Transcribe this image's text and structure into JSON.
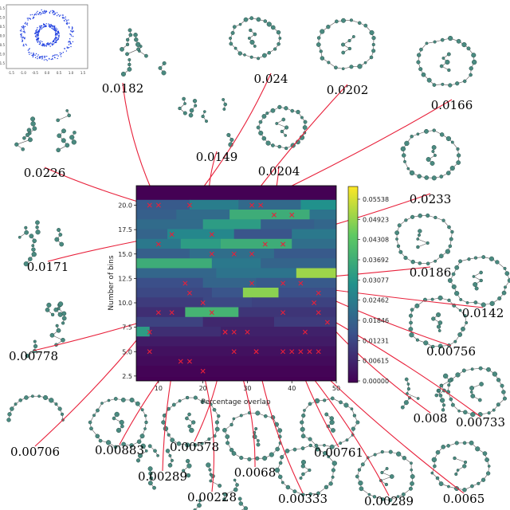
{
  "heatmap": {
    "xlabel": "Percentage overlap",
    "ylabel": "Number of bins",
    "x_ticks": [
      "10",
      "20",
      "30",
      "40",
      "50"
    ],
    "y_ticks": [
      "2.5",
      "5.0",
      "7.5",
      "10.0",
      "12.5",
      "15.0",
      "17.5",
      "20.0"
    ],
    "xlim": [
      5,
      50
    ],
    "ylim": [
      2,
      22
    ],
    "colorbar_ticks": [
      "0.05538",
      "0.04923",
      "0.04308",
      "0.03692",
      "0.03077",
      "0.02462",
      "0.01846",
      "0.01231",
      "0.00615",
      "0.00000"
    ],
    "cmap": [
      "#440154",
      "#3b528b",
      "#21918c",
      "#5ec962",
      "#fde725"
    ],
    "marker_color": "#e8203a",
    "line_color": "#e8203a",
    "bands": [
      {
        "y": 20,
        "segments": [
          [
            5,
            17,
            0.28
          ],
          [
            17,
            28,
            0.42
          ],
          [
            28,
            42,
            0.34
          ],
          [
            42,
            50,
            0.5
          ]
        ]
      },
      {
        "y": 19,
        "segments": [
          [
            5,
            14,
            0.3
          ],
          [
            14,
            26,
            0.35
          ],
          [
            26,
            44,
            0.62
          ],
          [
            44,
            50,
            0.38
          ]
        ]
      },
      {
        "y": 18,
        "segments": [
          [
            5,
            20,
            0.35
          ],
          [
            20,
            33,
            0.55
          ],
          [
            33,
            45,
            0.3
          ],
          [
            45,
            50,
            0.33
          ]
        ]
      },
      {
        "y": 17,
        "segments": [
          [
            5,
            12,
            0.32
          ],
          [
            12,
            27,
            0.46
          ],
          [
            27,
            40,
            0.26
          ],
          [
            40,
            50,
            0.4
          ]
        ]
      },
      {
        "y": 16,
        "segments": [
          [
            5,
            15,
            0.4
          ],
          [
            15,
            24,
            0.55
          ],
          [
            24,
            40,
            0.62
          ],
          [
            40,
            50,
            0.36
          ]
        ]
      },
      {
        "y": 15,
        "segments": [
          [
            5,
            17,
            0.3
          ],
          [
            17,
            36,
            0.36
          ],
          [
            36,
            50,
            0.28
          ]
        ]
      },
      {
        "y": 14,
        "segments": [
          [
            5,
            22,
            0.62
          ],
          [
            22,
            33,
            0.4
          ],
          [
            33,
            50,
            0.32
          ]
        ]
      },
      {
        "y": 13,
        "segments": [
          [
            5,
            23,
            0.33
          ],
          [
            23,
            41,
            0.38
          ],
          [
            41,
            50,
            0.85
          ]
        ]
      },
      {
        "y": 12,
        "segments": [
          [
            5,
            20,
            0.24
          ],
          [
            20,
            32,
            0.32
          ],
          [
            32,
            50,
            0.28
          ]
        ]
      },
      {
        "y": 11,
        "segments": [
          [
            5,
            22,
            0.22
          ],
          [
            22,
            29,
            0.26
          ],
          [
            29,
            37,
            0.82
          ],
          [
            37,
            50,
            0.24
          ]
        ]
      },
      {
        "y": 10,
        "segments": [
          [
            5,
            20,
            0.18
          ],
          [
            20,
            31,
            0.22
          ],
          [
            31,
            50,
            0.2
          ]
        ]
      },
      {
        "y": 9,
        "segments": [
          [
            5,
            16,
            0.14
          ],
          [
            16,
            28,
            0.65
          ],
          [
            28,
            50,
            0.16
          ]
        ]
      },
      {
        "y": 8,
        "segments": [
          [
            5,
            20,
            0.2
          ],
          [
            20,
            36,
            0.12
          ],
          [
            36,
            50,
            0.18
          ]
        ]
      },
      {
        "y": 7,
        "segments": [
          [
            5,
            8,
            0.55
          ],
          [
            8,
            24,
            0.14
          ],
          [
            24,
            50,
            0.1
          ]
        ]
      },
      {
        "y": 6,
        "segments": [
          [
            5,
            50,
            0.08
          ]
        ]
      },
      {
        "y": 5,
        "segments": [
          [
            5,
            50,
            0.05
          ]
        ]
      },
      {
        "y": 4,
        "segments": [
          [
            5,
            50,
            0.03
          ]
        ]
      },
      {
        "y": 3,
        "segments": [
          [
            5,
            50,
            0.01
          ]
        ]
      }
    ]
  },
  "annotations": [
    {
      "value": "0.0182",
      "pct": 10,
      "bins": 20,
      "lx": 154,
      "ly": 116,
      "gx": 175,
      "gy": 55,
      "type": "scatter"
    },
    {
      "value": "0.024",
      "pct": 17,
      "bins": 20,
      "lx": 340,
      "ly": 104,
      "gx": 320,
      "gy": 48,
      "type": "rings"
    },
    {
      "value": "0.0202",
      "pct": 22,
      "bins": 15,
      "lx": 436,
      "ly": 118,
      "gx": 436,
      "gy": 56,
      "type": "loop"
    },
    {
      "value": "0.0166",
      "pct": 31,
      "bins": 20,
      "lx": 567,
      "ly": 137,
      "gx": 560,
      "gy": 78,
      "type": "loop"
    },
    {
      "value": "0.0149",
      "pct": 22,
      "bins": 17,
      "lx": 272,
      "ly": 202,
      "gx": 255,
      "gy": 150,
      "type": "scatter"
    },
    {
      "value": "0.0204",
      "pct": 31,
      "bins": 15,
      "lx": 350,
      "ly": 220,
      "gx": 355,
      "gy": 160,
      "type": "rings"
    },
    {
      "value": "0.0226",
      "pct": 8,
      "bins": 20,
      "lx": 56,
      "ly": 222,
      "gx": 60,
      "gy": 160,
      "type": "scatter"
    },
    {
      "value": "0.0233",
      "pct": 34,
      "bins": 16,
      "lx": 540,
      "ly": 255,
      "gx": 540,
      "gy": 195,
      "type": "loop"
    },
    {
      "value": "0.0171",
      "pct": 13,
      "bins": 17,
      "lx": 60,
      "ly": 340,
      "gx": 55,
      "gy": 290,
      "type": "scatter"
    },
    {
      "value": "0.0186",
      "pct": 31,
      "bins": 12,
      "lx": 540,
      "ly": 347,
      "gx": 532,
      "gy": 300,
      "type": "loop"
    },
    {
      "value": "0.0142",
      "pct": 38,
      "bins": 12,
      "lx": 606,
      "ly": 398,
      "gx": 602,
      "gy": 352,
      "type": "loop"
    },
    {
      "value": "0.00778",
      "pct": 13,
      "bins": 9,
      "lx": 42,
      "ly": 452,
      "gx": 48,
      "gy": 405,
      "type": "scatter"
    },
    {
      "value": "0.00756",
      "pct": 46,
      "bins": 11,
      "lx": 566,
      "ly": 446,
      "gx": 548,
      "gy": 405,
      "type": "loop"
    },
    {
      "value": "0.00733",
      "pct": 46,
      "bins": 9,
      "lx": 603,
      "ly": 535,
      "gx": 598,
      "gy": 492,
      "type": "loop"
    },
    {
      "value": "0.008",
      "pct": 48,
      "bins": 8,
      "lx": 540,
      "ly": 530,
      "gx": 530,
      "gy": 488,
      "type": "scatter"
    },
    {
      "value": "0.00706",
      "pct": 10,
      "bins": 9,
      "lx": 44,
      "ly": 572,
      "gx": 45,
      "gy": 515,
      "type": "arc"
    },
    {
      "value": "0.00883",
      "pct": 22,
      "bins": 9,
      "lx": 150,
      "ly": 570,
      "gx": 150,
      "gy": 530,
      "type": "loop"
    },
    {
      "value": "0.00578",
      "pct": 25,
      "bins": 7,
      "lx": 244,
      "ly": 566,
      "gx": 240,
      "gy": 530,
      "type": "loop"
    },
    {
      "value": "0.00289",
      "pct": 17,
      "bins": 11,
      "lx": 204,
      "ly": 603,
      "gx": 208,
      "gy": 578,
      "type": "scatter"
    },
    {
      "value": "0.0068",
      "pct": 27,
      "bins": 5,
      "lx": 320,
      "ly": 598,
      "gx": 318,
      "gy": 548,
      "type": "loop"
    },
    {
      "value": "0.00761",
      "pct": 38,
      "bins": 9,
      "lx": 425,
      "ly": 573,
      "gx": 412,
      "gy": 530,
      "type": "loop"
    },
    {
      "value": "0.00228",
      "pct": 20,
      "bins": 3,
      "lx": 266,
      "ly": 629,
      "gx": 276,
      "gy": 606,
      "type": "scatter"
    },
    {
      "value": "0.00333",
      "pct": 32,
      "bins": 5,
      "lx": 380,
      "ly": 631,
      "gx": 385,
      "gy": 590,
      "type": "loop"
    },
    {
      "value": "0.00289",
      "pct": 40,
      "bins": 5,
      "lx": 488,
      "ly": 634,
      "gx": 485,
      "gy": 598,
      "type": "loop"
    },
    {
      "value": "0.0065",
      "pct": 42,
      "bins": 5,
      "lx": 582,
      "ly": 631,
      "gx": 578,
      "gy": 585,
      "type": "loop"
    }
  ],
  "extra_markers": [
    [
      10,
      16
    ],
    [
      27,
      15
    ],
    [
      36,
      19
    ],
    [
      38,
      16
    ],
    [
      40,
      19
    ],
    [
      33,
      20
    ],
    [
      20,
      10
    ],
    [
      25,
      7
    ],
    [
      27,
      7
    ],
    [
      30,
      7
    ],
    [
      43,
      7
    ],
    [
      32,
      5
    ],
    [
      38,
      5
    ],
    [
      44,
      5
    ],
    [
      46,
      5
    ],
    [
      8,
      5
    ],
    [
      8,
      7
    ],
    [
      15,
      4
    ],
    [
      17,
      4
    ],
    [
      42,
      12
    ],
    [
      45,
      10
    ],
    [
      16,
      12
    ]
  ],
  "inset": {
    "x_ticks": [
      "-1.5",
      "-1.0",
      "-0.5",
      "0.0",
      "0.5",
      "1.0",
      "1.5"
    ],
    "y_ticks": [
      "1.5",
      "1.0",
      "0.5",
      "0.0",
      "-0.5",
      "-1.0",
      "-1.5"
    ],
    "color": "#1f3fe0"
  }
}
